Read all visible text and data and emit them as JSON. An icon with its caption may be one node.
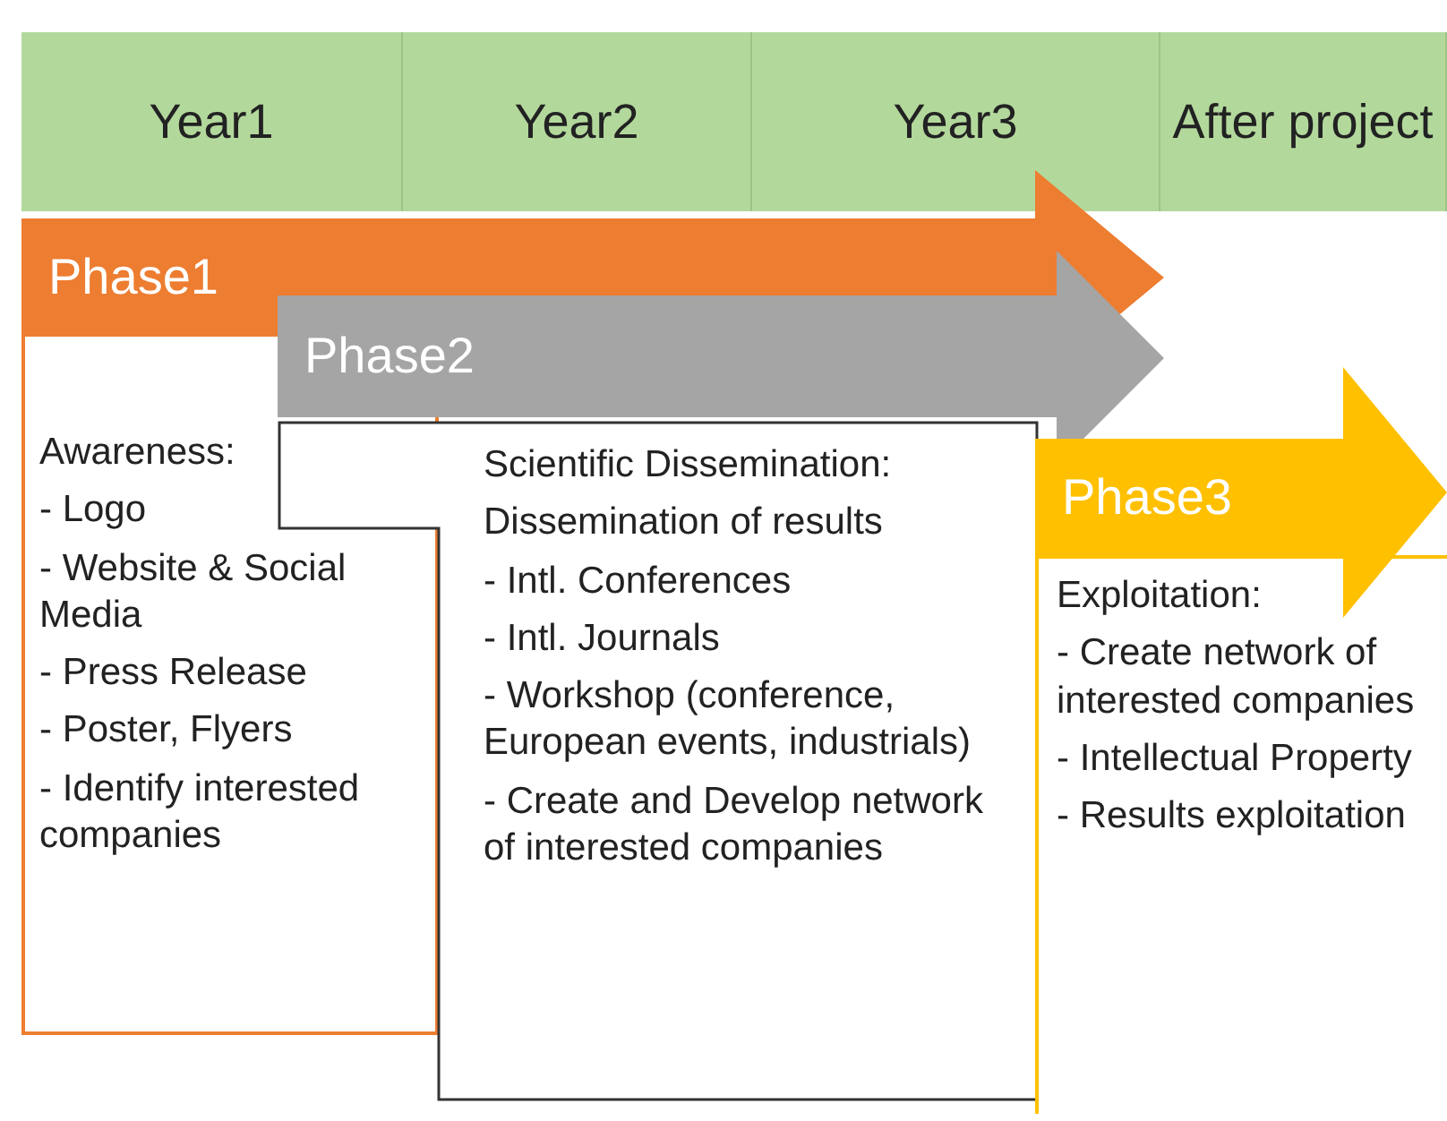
{
  "diagram": {
    "nodes": [
      {
        "text": [
          "Year1"
        ]
      },
      {
        "text": [
          "Year2"
        ]
      },
      {
        "text": [
          "Year3"
        ]
      },
      {
        "text": [
          "After project"
        ]
      },
      {
        "text": [
          "Phase1"
        ]
      },
      {
        "text": [
          "Awareness:",
          "- Logo",
          "- Website & Social Media",
          "- Press Release",
          "- Poster, Flyers",
          "- Identify interested companies"
        ]
      },
      {
        "text": [
          "Phase2"
        ]
      },
      {
        "text": [
          "Scientific Dissemination:",
          "Dissemination of results",
          "- Intl. Conferences",
          "- Intl. Journals",
          "- Workshop (conference, European events, industrials)",
          "- Create and Develop network of interested companies"
        ]
      },
      {
        "text": [
          "Phase3"
        ]
      },
      {
        "text": [
          "Exploitation:",
          "- Create network of interested companies",
          "- Intellectual Property",
          "- Results exploitation"
        ]
      }
    ]
  }
}
